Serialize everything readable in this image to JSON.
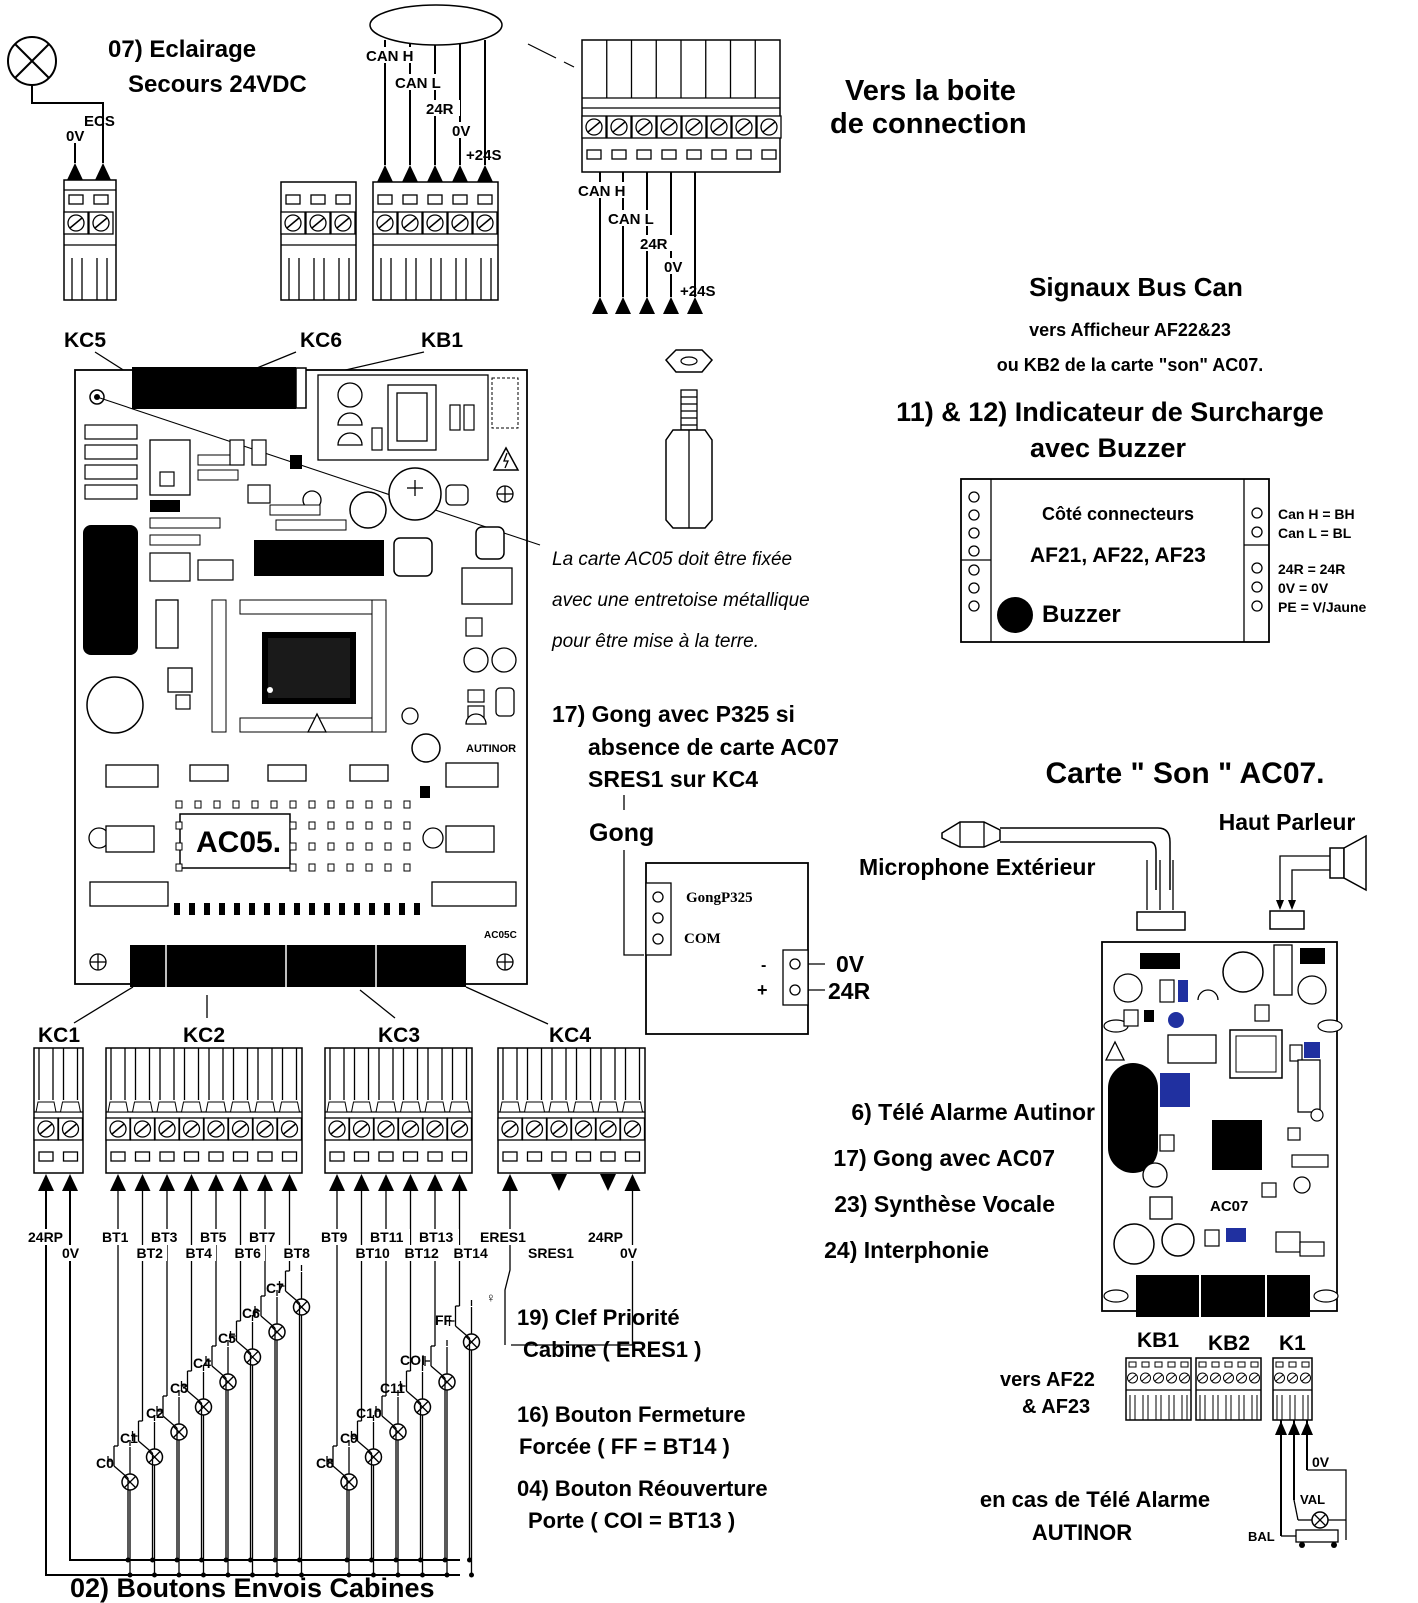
{
  "colors": {
    "ink": "#000000",
    "paper": "#ffffff",
    "component_blue": "#2030a0"
  },
  "top": {
    "light_title": "07) Eclairage",
    "light_subtitle": "Secours 24VDC",
    "ecs_label": "ECS",
    "ecs_0v": "0V",
    "can_h": "CAN H",
    "can_l": "CAN L",
    "r24": "24R",
    "v0": "0V",
    "s24": "+24S",
    "boite_line1": "Vers la boite",
    "boite_line2": "de connection",
    "kc5": "KC5",
    "kc6": "KC6",
    "kb1": "KB1"
  },
  "board": {
    "name": "AC05.",
    "code": "AC05C",
    "maker": "AUTINOR",
    "note_line1": "La carte AC05 doit être fixée",
    "note_line2": "avec une entretoise métallique",
    "note_line3": "pour être mise à la terre."
  },
  "bus_can": {
    "title": "Signaux Bus Can",
    "line1": "vers Afficheur AF22&23",
    "line2": "ou KB2 de la carte \"son\" AC07."
  },
  "indicator": {
    "title_line1": "11) & 12) Indicateur de Surcharge",
    "title_line2": "avec Buzzer",
    "side": "Côté connecteurs",
    "models": "AF21, AF22, AF23",
    "buzzer": "Buzzer",
    "pins": [
      "Can H = BH",
      "Can L = BL",
      "24R = 24R",
      "0V =  0V",
      "PE = V/Jaune"
    ]
  },
  "gong": {
    "title_line1": "17) Gong avec P325 si",
    "title_line2": "absence de carte AC07",
    "title_line3": "SRES1 sur KC4",
    "label": "Gong",
    "box_title": "GongP325",
    "com": "COM",
    "minus": "-",
    "plus": "+",
    "v0": "0V",
    "r24": "24R"
  },
  "ac07": {
    "title": "Carte \" Son \" AC07.",
    "speaker": "Haut Parleur",
    "mic": "Microphone Extérieur",
    "board_label": "AC07",
    "features": [
      "6) Télé Alarme Autinor",
      "17) Gong avec AC07",
      "23) Synthèse Vocale",
      "24) Interphonie"
    ],
    "kb1": "KB1",
    "kb2": "KB2",
    "k1": "K1",
    "vers_line1": "vers AF22",
    "vers_line2": "& AF23",
    "alarm_line1": "en cas de Télé Alarme",
    "alarm_line2": "AUTINOR",
    "v0": "0V",
    "val": "VAL",
    "bal": "BAL"
  },
  "bottom": {
    "kc1": "KC1",
    "kc2": "KC2",
    "kc3": "KC3",
    "kc4": "KC4",
    "kc1_pins": [
      "24RP",
      "0V"
    ],
    "kc2_pins": [
      "BT1",
      "BT2",
      "BT3",
      "BT4",
      "BT5",
      "BT6",
      "BT7",
      "BT8"
    ],
    "kc3_pins": [
      "BT9",
      "BT10",
      "BT11",
      "BT12",
      "BT13",
      "BT14"
    ],
    "kc4_pins": [
      "ERES1",
      "SRES1",
      "24RP",
      "0V"
    ],
    "cabin_buttons": [
      "C0",
      "C1",
      "C2",
      "C3",
      "C4",
      "C5",
      "C6",
      "C7",
      "C8",
      "C9",
      "C10",
      "C11",
      "COI",
      "FF"
    ],
    "key_line1": "19) Clef Priorité",
    "key_line2": "Cabine ( ERES1 )",
    "ff_line1": "16) Bouton Fermeture",
    "ff_line2": "Forcée ( FF = BT14 )",
    "coi_line1": "04) Bouton Réouverture",
    "coi_line2": "Porte ( COI = BT13 )",
    "footer": "02) Boutons Envois Cabines"
  }
}
